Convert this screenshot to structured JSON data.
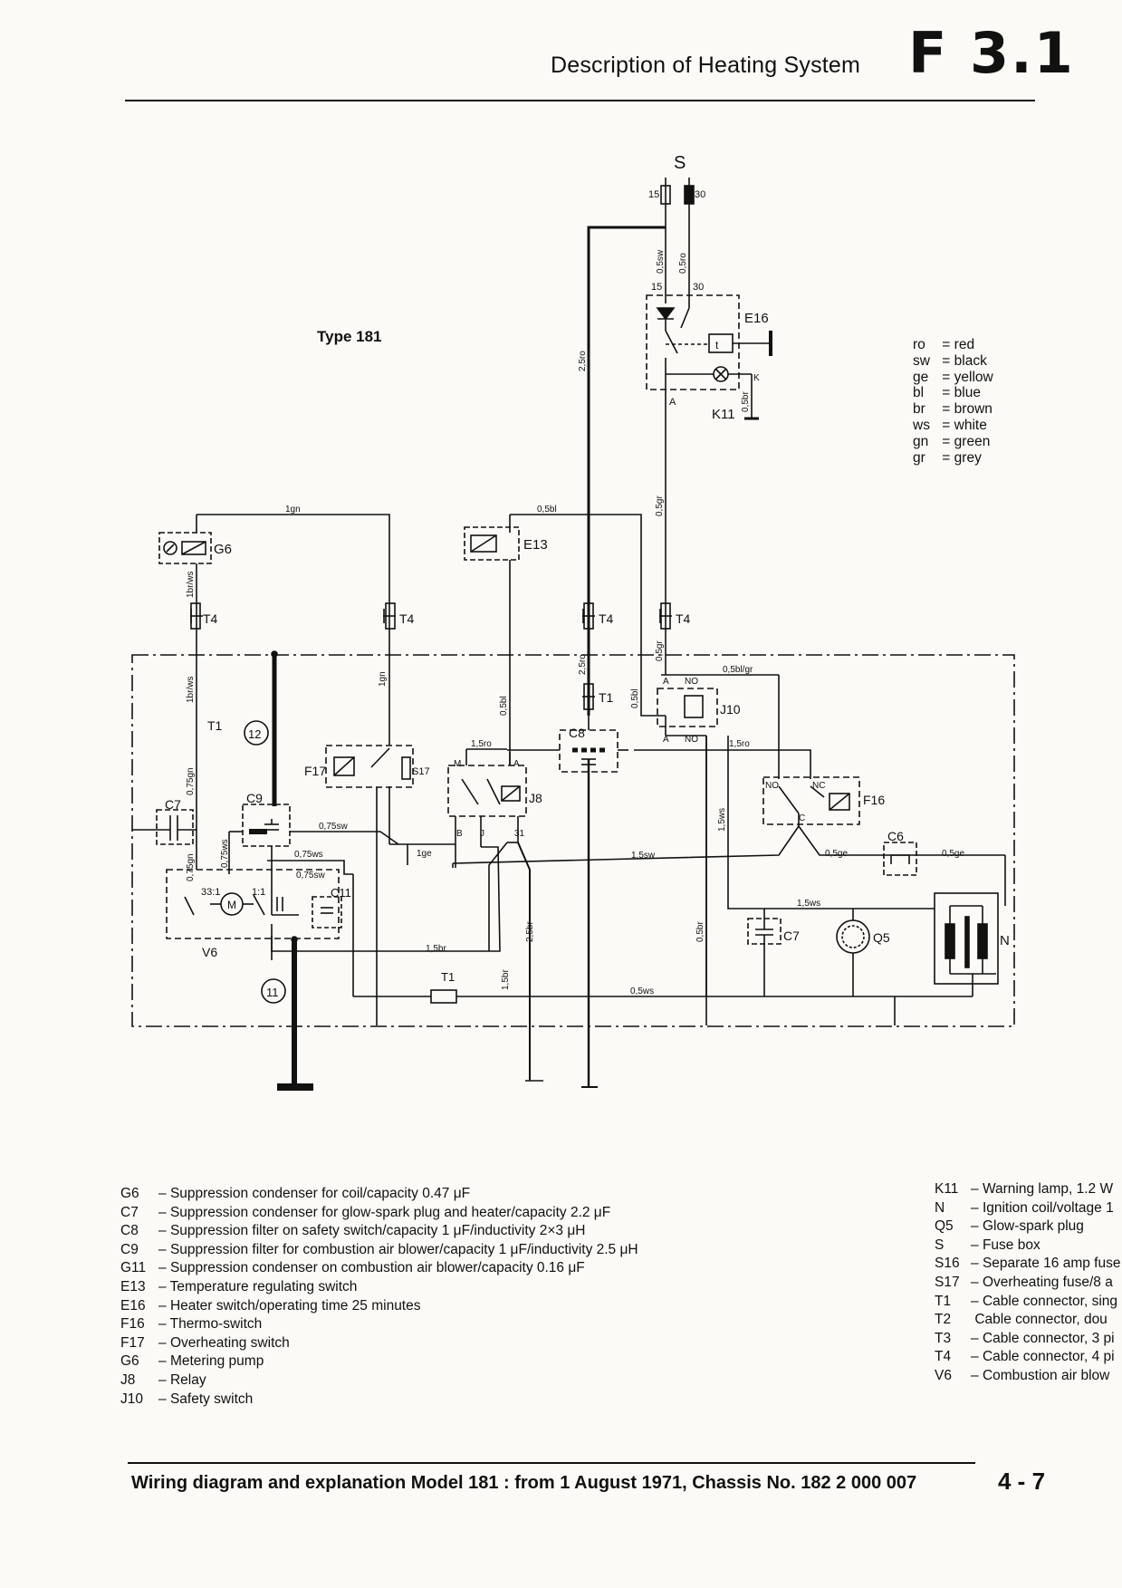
{
  "header": {
    "title": "Description of Heating System",
    "code": "F 3.1"
  },
  "diagram": {
    "type_label": "Type 181",
    "components": {
      "S": "S",
      "E16": "E16",
      "K11": "K11",
      "G6": "G6",
      "E13": "E13",
      "T4": "T4",
      "T1": "T1",
      "J10": "J10",
      "C8": "C8",
      "F17": "F17",
      "S17": "S17",
      "J8": "J8",
      "F16": "F16",
      "C7": "C7",
      "C9": "C9",
      "V6": "V6",
      "C11": "C11",
      "C6": "C6",
      "Q5": "Q5",
      "N": "N",
      "M": "M",
      "t": "t"
    },
    "markers": {
      "m12": "12",
      "m11": "11"
    },
    "terminals": {
      "s15": "15",
      "s30": "30",
      "e15": "15",
      "e30": "30",
      "k": "K",
      "a1": "A",
      "a2": "A",
      "no1": "NO",
      "a3": "A",
      "no2": "NO",
      "m": "M",
      "a4": "A",
      "b": "B",
      "j": "J",
      "t31": "31",
      "no3": "NO",
      "nc": "NC",
      "c": "C",
      "r33": "33:1",
      "r11": "1:1"
    },
    "wires": {
      "w_05sw": "0,5sw",
      "w_05ro": "0,5ro",
      "w_25ro": "2,5ro",
      "w_05br": "0,5br",
      "w_1gn": "1gn",
      "w_05bl": "0,5bl",
      "w_05gr": "0,5gr",
      "w_1brws": "1br/ws",
      "w_1gn2": "1gn",
      "w_05bl2": "0,5bl",
      "w_25ro2": "2,5ro",
      "w_05gr2": "0,5gr",
      "w_05blgr": "0,5bl/gr",
      "w_05bl3": "0,5bl",
      "w_1brws2": "1br/ws",
      "w_15ro": "1,5ro",
      "w_15ro2": "1,5ro",
      "w_15ws": "1,5ws",
      "w_075gn": "0,75gn",
      "w_075sw": "0,75sw",
      "w_1ge": "1ge",
      "w_075ws": "0,75ws",
      "w_075sw2": "0,75sw",
      "w_075gn2": "0,75gn",
      "w_075ws2": "0,75ws",
      "w_15sw": "1,5sw",
      "w_05ge": "0,5ge",
      "w_05ge2": "0,5ge",
      "w_15ws2": "1,5ws",
      "w_15br": "1,5br",
      "w_25br": "2,5br",
      "w_05br2": "0,5br",
      "w_15br2": "1,5br",
      "w_05ws": "0,5ws"
    }
  },
  "color_legend": [
    {
      "code": "ro",
      "name": "red"
    },
    {
      "code": "sw",
      "name": "black"
    },
    {
      "code": "ge",
      "name": "yellow"
    },
    {
      "code": "bl",
      "name": "blue"
    },
    {
      "code": "br",
      "name": "brown"
    },
    {
      "code": "ws",
      "name": "white"
    },
    {
      "code": "gn",
      "name": "green"
    },
    {
      "code": "gr",
      "name": "grey"
    }
  ],
  "parts_left": [
    {
      "code": "G6",
      "desc": "Suppression condenser for coil/capacity 0.47 μF"
    },
    {
      "code": "C7",
      "desc": "Suppression condenser for glow-spark plug and heater/capacity 2.2 μF"
    },
    {
      "code": "C8",
      "desc": "Suppression filter on safety switch/capacity 1 μF/inductivity 2×3 μH"
    },
    {
      "code": "C9",
      "desc": "Suppression filter for combustion air blower/capacity 1 μF/inductivity 2.5 μH"
    },
    {
      "code": "G11",
      "desc": "Suppression condenser on combustion air blower/capacity 0.16 μF"
    },
    {
      "code": "E13",
      "desc": "Temperature regulating switch"
    },
    {
      "code": "E16",
      "desc": "Heater switch/operating time 25 minutes"
    },
    {
      "code": "F16",
      "desc": "Thermo-switch"
    },
    {
      "code": "F17",
      "desc": "Overheating switch"
    },
    {
      "code": "G6",
      "desc": "Metering pump"
    },
    {
      "code": "J8",
      "desc": "Relay"
    },
    {
      "code": "J10",
      "desc": "Safety switch"
    }
  ],
  "parts_right": [
    {
      "code": "K11",
      "desc": "Warning lamp, 1.2 W"
    },
    {
      "code": "N",
      "desc": "Ignition coil/voltage 1"
    },
    {
      "code": "Q5",
      "desc": "Glow-spark plug"
    },
    {
      "code": "S",
      "desc": "Fuse box"
    },
    {
      "code": "S16",
      "desc": "Separate 16 amp fuse"
    },
    {
      "code": "S17",
      "desc": "Overheating fuse/8 a"
    },
    {
      "code": "T1",
      "desc": "Cable connector, sing"
    },
    {
      "code": "T2",
      "desc": "Cable connector, dou"
    },
    {
      "code": "T3",
      "desc": "Cable connector, 3 pi"
    },
    {
      "code": "T4",
      "desc": "Cable connector, 4 pi"
    },
    {
      "code": "V6",
      "desc": "Combustion air blow"
    }
  ],
  "footer": {
    "text": "Wiring diagram and explanation Model 181 : from 1 August 1971, Chassis No. 182 2 000 007",
    "page": "4 - 7"
  }
}
